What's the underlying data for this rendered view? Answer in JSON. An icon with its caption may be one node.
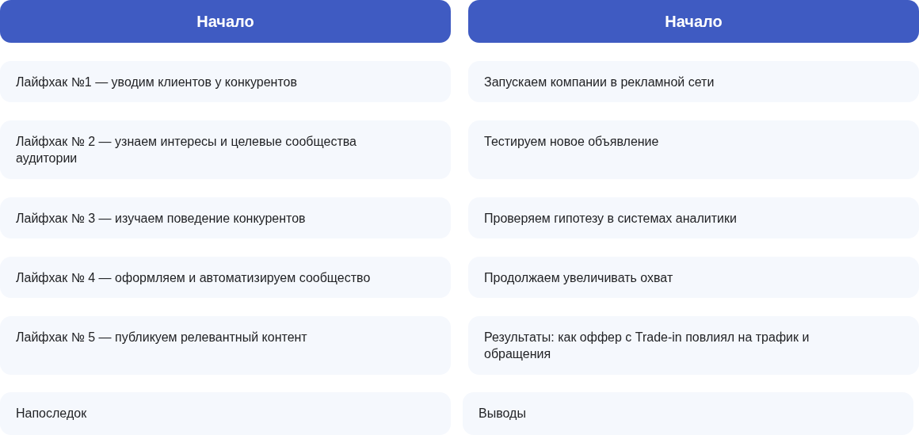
{
  "diagram": {
    "nodes": [
      {
        "text": [
          "Начало"
        ]
      },
      {
        "text": [
          "Лайфхак №1 — уводим клиентов у конкурентов"
        ]
      },
      {
        "text": [
          "Лайфхак № 2 — узнаем интересы и целевые сообщества аудитории"
        ]
      },
      {
        "text": [
          "Лайфхак № 3 — изучаем поведение конкурентов"
        ]
      },
      {
        "text": [
          "Лайфхак № 4 — оформляем и автоматизируем сообщество"
        ]
      },
      {
        "text": [
          "Лайфхак № 5 — публикуем релевантный контент"
        ]
      },
      {
        "text": [
          "Напоследок"
        ]
      },
      {
        "text": [
          "Начало"
        ]
      },
      {
        "text": [
          "Запускаем компании в рекламной сети"
        ]
      },
      {
        "text": [
          "Тестируем новое объявление"
        ]
      },
      {
        "text": [
          "Проверяем гипотезу в системах аналитики"
        ]
      },
      {
        "text": [
          "Продолжаем увеличивать охват"
        ]
      },
      {
        "text": [
          "Результаты: как оффер с Trade-in повлиял на трафик и обращения"
        ]
      },
      {
        "text": [
          "Выводы"
        ]
      }
    ]
  }
}
